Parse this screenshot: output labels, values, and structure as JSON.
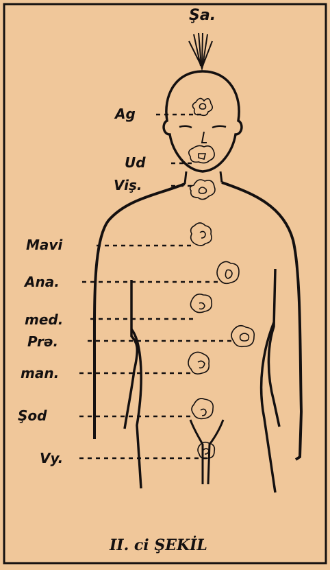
{
  "labels": {
    "sa": "Şa.",
    "ag": "Ag",
    "ud": "Ud",
    "vis": "Viş.",
    "mavi": "Mavi",
    "ana": "Ana.",
    "med": "med.",
    "pra": "Prə.",
    "man": "man.",
    "sod": "Şod",
    "vy": "Vy."
  },
  "caption": "II. ci ŞEKİL",
  "colors": {
    "background": "#f0c79a",
    "ink": "#141010"
  }
}
